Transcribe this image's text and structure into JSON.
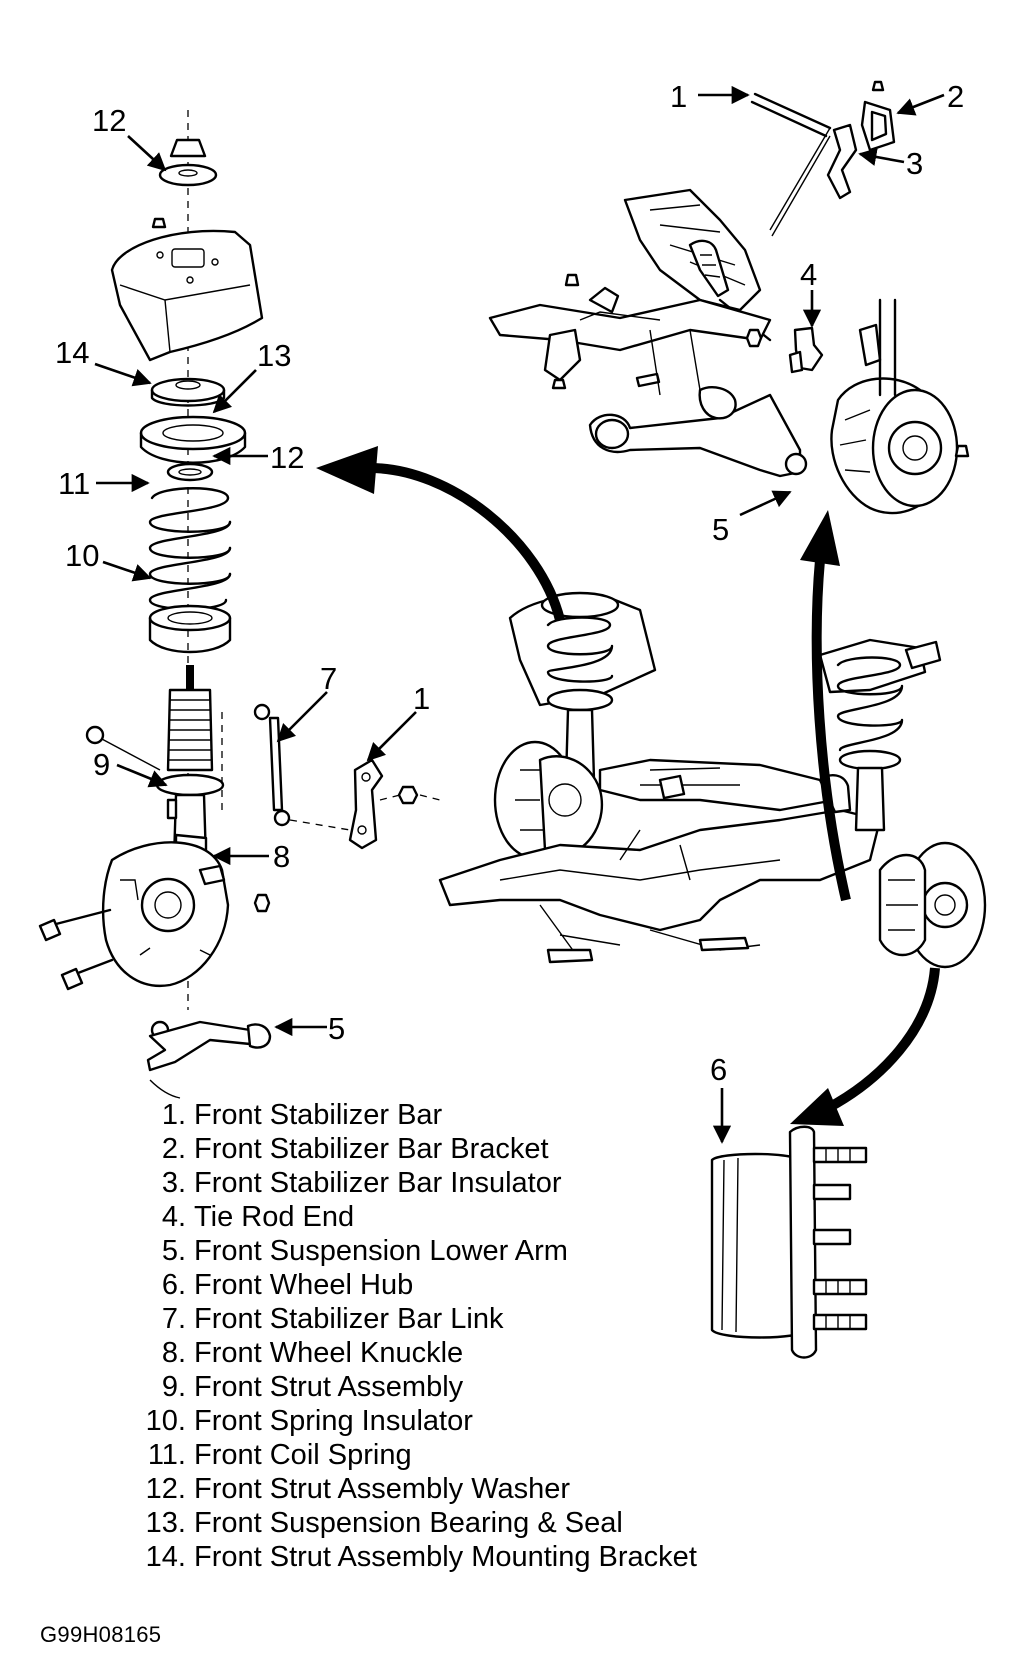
{
  "callouts": {
    "c1_top": "1",
    "c2_top": "2",
    "c3_top": "3",
    "c4_top": "4",
    "c5_top": "5",
    "c12_top": "12",
    "c14": "14",
    "c13": "13",
    "c12_mid": "12",
    "c11": "11",
    "c10": "10",
    "c7": "7",
    "c1_link": "1",
    "c9": "9",
    "c8": "8",
    "c5_bottom": "5",
    "c6": "6"
  },
  "legend": [
    {
      "num": "1.",
      "text": "Front Stabilizer Bar"
    },
    {
      "num": "2.",
      "text": "Front Stabilizer Bar Bracket"
    },
    {
      "num": "3.",
      "text": "Front Stabilizer Bar Insulator"
    },
    {
      "num": "4.",
      "text": "Tie Rod End"
    },
    {
      "num": "5.",
      "text": "Front Suspension Lower Arm"
    },
    {
      "num": "6.",
      "text": "Front Wheel Hub"
    },
    {
      "num": "7.",
      "text": "Front Stabilizer Bar Link"
    },
    {
      "num": "8.",
      "text": "Front Wheel Knuckle"
    },
    {
      "num": "9.",
      "text": "Front Strut Assembly"
    },
    {
      "num": "10.",
      "text": "Front Spring Insulator"
    },
    {
      "num": "11.",
      "text": "Front Coil Spring"
    },
    {
      "num": "12.",
      "text": "Front Strut Assembly Washer"
    },
    {
      "num": "13.",
      "text": "Front Suspension Bearing & Seal"
    },
    {
      "num": "14.",
      "text": "Front Strut Assembly Mounting Bracket"
    }
  ],
  "figure_code": "G99H08165"
}
